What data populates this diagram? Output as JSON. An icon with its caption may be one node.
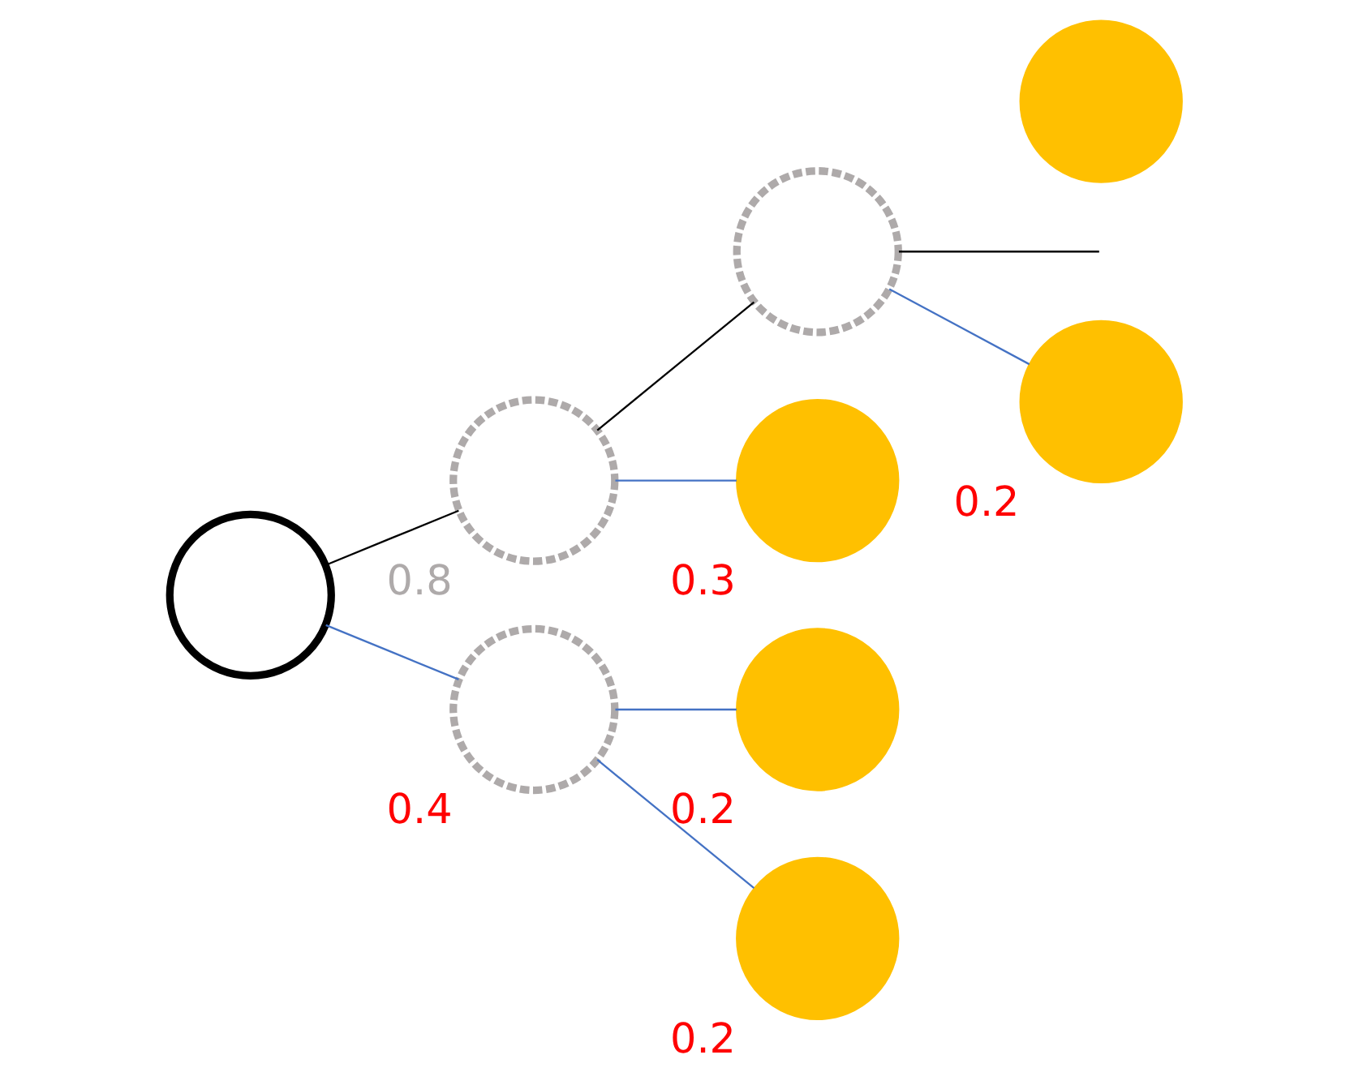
{
  "diagram": {
    "nodes": [
      {
        "text": [],
        "shape": "circle"
      },
      {
        "text": [],
        "shape": "circle"
      },
      {
        "text": [],
        "shape": "circle",
        "beside": [
          "0.2"
        ]
      },
      {
        "text": [],
        "shape": "circle",
        "beside": [
          "0.8"
        ]
      },
      {
        "text": [],
        "shape": "circle",
        "beside": [
          "0.3"
        ]
      },
      {
        "text": [],
        "shape": "circle"
      },
      {
        "text": [],
        "shape": "circle",
        "beside": [
          "0.4"
        ]
      },
      {
        "text": [],
        "shape": "circle",
        "beside": [
          "0.2"
        ]
      },
      {
        "text": [],
        "shape": "circle",
        "beside": [
          "0.2"
        ]
      }
    ],
    "edges": [
      {
        "from": 5,
        "to": 3,
        "arrow": "none",
        "color": "#000000"
      },
      {
        "from": 5,
        "to": 6,
        "arrow": "none"
      },
      {
        "from": 3,
        "to": 1,
        "arrow": "none",
        "color": "#000000"
      },
      {
        "from": 3,
        "to": 4,
        "arrow": "none"
      },
      {
        "from": 1,
        "to": null,
        "arrow": "none",
        "color": "#000000"
      },
      {
        "from": 1,
        "to": 2,
        "arrow": "none"
      },
      {
        "from": 6,
        "to": 7,
        "arrow": "none"
      },
      {
        "from": 6,
        "to": 8,
        "arrow": "none"
      }
    ]
  }
}
